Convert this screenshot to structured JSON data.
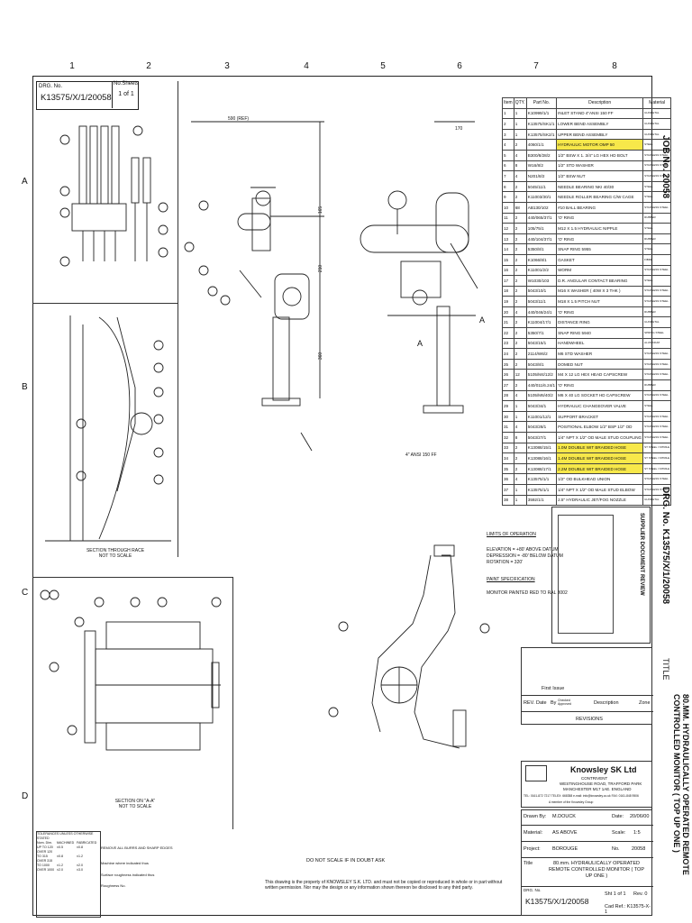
{
  "drawing": {
    "drg_label": "DRG. No.",
    "drg_number": "K13575/X/1/20058",
    "sheets_label": "No.Sheets",
    "sheets_value": "1  of  1",
    "columns": [
      "1",
      "2",
      "3",
      "4",
      "5",
      "6",
      "7",
      "8"
    ],
    "rows": [
      "A",
      "B",
      "C",
      "D"
    ]
  },
  "views": {
    "section_race": "SECTION THROUGH RACE",
    "not_to_scale": "NOT TO SCALE",
    "section_aa": "SECTION ON \"A-A\"",
    "dim_590": "590 (REF)",
    "dim_170": "170",
    "dim_165": "165",
    "dim_210": "210",
    "dim_360": "360",
    "flange_note": "4\" ANSI 150 FF",
    "section_mark": "A"
  },
  "parts_table": {
    "headers": [
      "Item",
      "QTY.",
      "Part No.",
      "Description",
      "Material"
    ],
    "rows": [
      {
        "item": "1",
        "qty": "1",
        "part": "K10999/1/1",
        "desc": "INLET STAND 4\"ANSI 150 FF",
        "mat": "GUNMETAL",
        "hl": false
      },
      {
        "item": "2",
        "qty": "1",
        "part": "K13575/SK1/1",
        "desc": "LOWER BEND ASSEMBLY",
        "mat": "GUNMETAL",
        "hl": false
      },
      {
        "item": "3",
        "qty": "1",
        "part": "K13575/SK2/1",
        "desc": "UPPER BEND ASSEMBLY",
        "mat": "GUNMETAL",
        "hl": false
      },
      {
        "item": "4",
        "qty": "2",
        "part": "4060/1/1",
        "desc": "HYDRAULIC MOTOR OMP 50",
        "mat": "STEEL",
        "hl": true
      },
      {
        "item": "5",
        "qty": "4",
        "part": "B300/8/28/2",
        "desc": "1/2\" BSW X 1. 3/4\" LG HEX HD BOLT",
        "mat": "STAINLESS STEEL",
        "hl": false
      },
      {
        "item": "6",
        "qty": "8",
        "part": "W16/8/2",
        "desc": "1/2\" STD WASHER",
        "mat": "STAINLESS STEEL",
        "hl": false
      },
      {
        "item": "7",
        "qty": "4",
        "part": "N201/8/2",
        "desc": "1/2\" BSW NUT",
        "mat": "STAINLESS STEEL",
        "hl": false
      },
      {
        "item": "8",
        "qty": "2",
        "part": "5045/11/1",
        "desc": "NEEDLE BEARING NKI 40/30",
        "mat": "STEEL",
        "hl": false
      },
      {
        "item": "9",
        "qty": "2",
        "part": "K11003/30/1",
        "desc": "NEEDLE ROLLER BEARING C/W CAGE",
        "mat": "STEEL",
        "hl": false
      },
      {
        "item": "10",
        "qty": "68",
        "part": "AB130/102",
        "desc": "#10 BALL BEARING",
        "mat": "STAINLESS STEEL",
        "hl": false
      },
      {
        "item": "11",
        "qty": "2",
        "part": "440/065/37/1",
        "desc": "'O' RING",
        "mat": "RUBBER",
        "hl": false
      },
      {
        "item": "12",
        "qty": "2",
        "part": "105/75/1",
        "desc": "M12 X 1.5 HYDRAULIC NIPPLE",
        "mat": "STEEL",
        "hl": false
      },
      {
        "item": "13",
        "qty": "2",
        "part": "440/104/37/1",
        "desc": "'O' RING",
        "mat": "RUBBER",
        "hl": false
      },
      {
        "item": "14",
        "qty": "2",
        "part": "5350/8/1",
        "desc": "SNAP RING 5955",
        "mat": "STEEL",
        "hl": false
      },
      {
        "item": "15",
        "qty": "2",
        "part": "K1066/8/1",
        "desc": "GASKET",
        "mat": "FIBRE",
        "hl": false
      },
      {
        "item": "16",
        "qty": "2",
        "part": "K11001/2/2",
        "desc": "WORM",
        "mat": "STAINLESS STEEL",
        "hl": false
      },
      {
        "item": "17",
        "qty": "2",
        "part": "W1030/103",
        "desc": "D.R. ANGULAR CONTACT BEARING",
        "mat": "STEEL",
        "hl": false
      },
      {
        "item": "18",
        "qty": "2",
        "part": "5043/10/1",
        "desc": "M16 X WASHER ( 40W X 3 THK )",
        "mat": "STAINLESS STEEL",
        "hl": false
      },
      {
        "item": "19",
        "qty": "2",
        "part": "5043/11/1",
        "desc": "M18 X 1.5 PITCH NUT",
        "mat": "STAINLESS STEEL",
        "hl": false
      },
      {
        "item": "20",
        "qty": "4",
        "part": "440/046/24/1",
        "desc": "'O' RING",
        "mat": "RUBBER",
        "hl": false
      },
      {
        "item": "21",
        "qty": "2",
        "part": "K11004/17/1",
        "desc": "DISTANCE RING",
        "mat": "GUNMETAL",
        "hl": false
      },
      {
        "item": "22",
        "qty": "2",
        "part": "5350/7/1",
        "desc": "SNAP RING 5940",
        "mat": "SPRING STEEL",
        "hl": false
      },
      {
        "item": "23",
        "qty": "2",
        "part": "5043/15/1",
        "desc": "HANDWHEEL",
        "mat": "ALUMINIUM",
        "hl": false
      },
      {
        "item": "24",
        "qty": "2",
        "part": "2114/W6/2",
        "desc": "M6 STD WASHER",
        "mat": "STAINLESS STEEL",
        "hl": false
      },
      {
        "item": "25",
        "qty": "2",
        "part": "5043/8/1",
        "desc": "DOMED NUT",
        "mat": "STAINLESS STEEL",
        "hl": false
      },
      {
        "item": "26",
        "qty": "12",
        "part": "5105/M4/12/2",
        "desc": "M4 X 12 LG HEX HEAD CAPSCREW",
        "mat": "STAINLESS STEEL",
        "hl": false
      },
      {
        "item": "27",
        "qty": "2",
        "part": "440/011/6.24/1",
        "desc": "'O' RING",
        "mat": "RUBBER",
        "hl": false
      },
      {
        "item": "28",
        "qty": "4",
        "part": "5105/M6/40/2",
        "desc": "M6 X 40 LG SOCKET HD CAPSCREW",
        "mat": "STAINLESS STEEL",
        "hl": false
      },
      {
        "item": "29",
        "qty": "1",
        "part": "5043/34/1",
        "desc": "HYDRAULIC CHANGEOVER VALVE",
        "mat": "STEEL",
        "hl": false
      },
      {
        "item": "30",
        "qty": "1",
        "part": "K11001/12/1",
        "desc": "SUPPORT BRACKET",
        "mat": "STAINLESS STEEL",
        "hl": false
      },
      {
        "item": "31",
        "qty": "4",
        "part": "5043/28/1",
        "desc": "POSITIONAL ELBOW 1/2\" BSP 1/2\" OD",
        "mat": "STAINLESS STEEL",
        "hl": false
      },
      {
        "item": "32",
        "qty": "8",
        "part": "5043/27/1",
        "desc": "1/4\" NPT X 1/2\" OD MALE STUD COUPLING",
        "mat": "STAINLESS STEEL",
        "hl": false
      },
      {
        "item": "33",
        "qty": "2",
        "part": "K13088/15/1",
        "desc": "1.0M DOUBLE WIT BRAIDED HOSE",
        "mat": "ST STEEL / NITRILE",
        "hl": true
      },
      {
        "item": "34",
        "qty": "2",
        "part": "K13088/16/1",
        "desc": "1.4M DOUBLE WIT BRAIDED HOSE",
        "mat": "ST STEEL / NITRILE",
        "hl": true
      },
      {
        "item": "35",
        "qty": "2",
        "part": "K13088/17/1",
        "desc": "2.2M DOUBLE WIT BRAIDED HOSE",
        "mat": "ST STEEL / NITRILE",
        "hl": true
      },
      {
        "item": "36",
        "qty": "4",
        "part": "K13575/1/1",
        "desc": "1/2\" OD BULKHEAD UNION",
        "mat": "STAINLESS STEEL",
        "hl": false
      },
      {
        "item": "37",
        "qty": "1",
        "part": "K13575/1/1",
        "desc": "1/4\" NPT X 1/2\" OD MALE STUD ELBOW",
        "mat": "STAINLESS STEEL",
        "hl": false
      },
      {
        "item": "38",
        "qty": "1",
        "part": "3592/1/1",
        "desc": "2.5\" HYDRAULIC JET/FOG NOZZLE",
        "mat": "GUNMETAL",
        "hl": false
      }
    ]
  },
  "limits": {
    "heading": "LIMITS OF OPERATION",
    "lines": [
      "ELEVATION      = +80' ABOVE DATUM",
      "DEPRESSION     = -80' BELOW DATUM",
      "ROTATION       = 320'"
    ],
    "paint_heading": "PAINT SPECIFICATION",
    "paint_line": "MONITOR PAINTED RED TO RAL 3002"
  },
  "supplier_stamp": {
    "title": "SUPPLIER DOCUMENT REVIEW"
  },
  "side_text": {
    "job": "JOB  No. 20058",
    "drg": "DRG.  No. K13575/X/1/20058",
    "title_label": "TITLE",
    "title": "80.MM. HYDRAULICALLY OPERATED REMOTE CONTROLLED MONITOR ( TOP UP ONE )"
  },
  "revisions": {
    "first_issue": "First Issue",
    "rev_label": "REV.",
    "date_label": "Date",
    "by_label": "By",
    "checked_label": "Checked Approved",
    "desc_label": "Description",
    "zone_label": "Zone",
    "heading": "REVISIONS"
  },
  "company": {
    "name": "Knowsley SK Ltd",
    "sub": "CONTRIVENT",
    "address1": "WESTINGHOUSE ROAD, TRAFFORD PARK",
    "address2": "MANCHESTER M17 1AE.  ENGLAND",
    "contact": "TEL: 0161-872 7217  TELEX: 668358  e-mail: info@knowsley.co.uk  FAX: 0161-848 9506",
    "member": "A member of the Knowsley Group"
  },
  "title_block": {
    "drawn_label": "Drawn By:",
    "drawn_value": "M.DOUCK",
    "date_label": "Date:",
    "date_value": "20/06/00",
    "material_label": "Material:",
    "material_value": "AS ABOVE",
    "scale_label": "Scale:",
    "scale_value": "1:5",
    "project_label": "Project:",
    "project_value": "BOROUGE",
    "no_label": "No.",
    "no_value": "20058",
    "title_label": "Title",
    "title_value": "80.mm. HYDRAULICALLY OPERATED REMOTE CONTROLLED MONITOR ( TOP UP ONE )",
    "drg_label": "DRG. No.",
    "drg_value": "K13575/X/1/20058",
    "sht_label": "Sht 1 of 1",
    "rev_label": "Rev. 0",
    "cad_label": "Cad Ref.: K13575-X-1"
  },
  "notes": {
    "do_not_scale": "DO NOT SCALE   IF IN DOUBT ASK",
    "copyright": "This drawing is the property of KNOWSLEY S.K. LTD. and must not be copied or reproduced in whole or in part without written permission. Nor may the design or any information shown thereon be disclosed to any third party.",
    "remove_burrs": "REMOVE ALL BURRS AND SHARP EDGES",
    "machine_finish": "Machine where indicated thus",
    "surface_rough": "Surface roughness indicated thus",
    "roughness_no": "Roughness No."
  },
  "legend": {
    "heading": "TOLERANCES UNLESS OTHERWISE STATED",
    "cols": [
      "Nom. Dim.",
      "MACHINED",
      "FABRICATED"
    ],
    "rows": [
      [
        "UP TO 120",
        "±0.5",
        "±0.8"
      ],
      [
        "OVER 120 TO 315",
        "±0.8",
        "±1.2"
      ],
      [
        "OVER 315 TO 1000",
        "±1.2",
        "±2.0"
      ],
      [
        "OVER 1000",
        "±2.0",
        "±3.0"
      ]
    ]
  },
  "colors": {
    "highlight": "#f7e84a",
    "line": "#222222"
  }
}
